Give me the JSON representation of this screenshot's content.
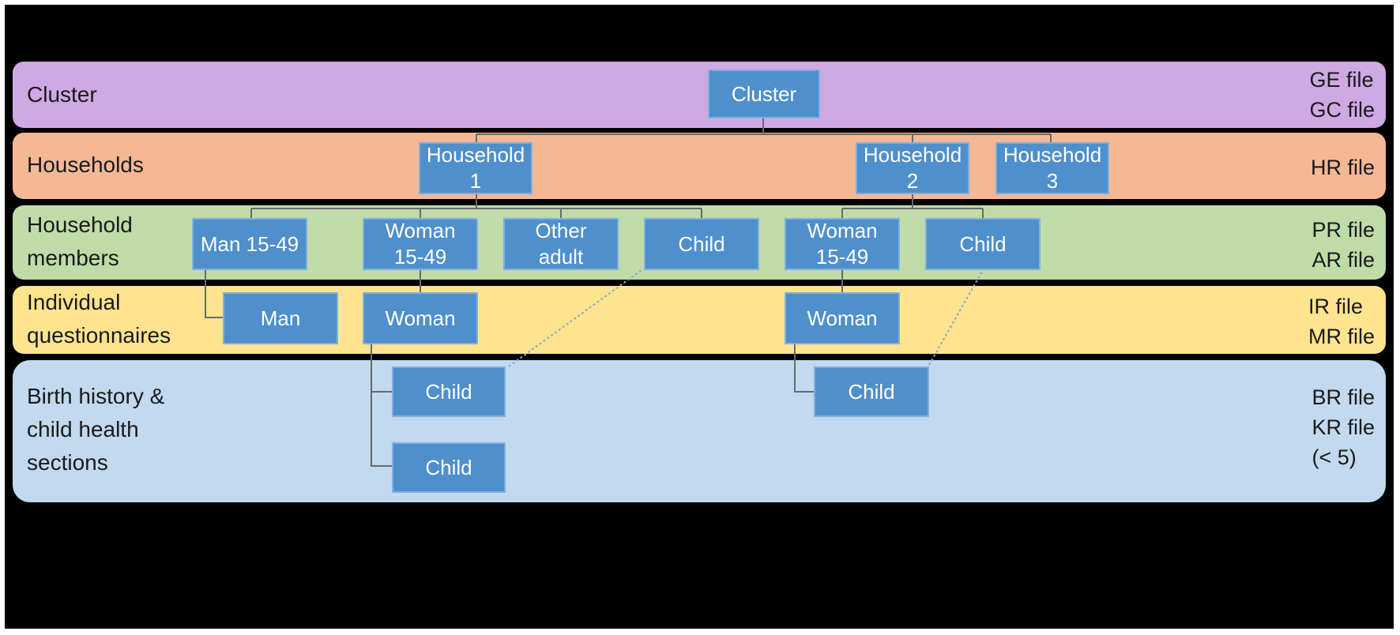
{
  "levels": {
    "cluster": {
      "label": "Cluster",
      "file": "GE file\nGC file",
      "color": "#cfa9e3"
    },
    "households": {
      "label": "Households",
      "file": "HR file",
      "color": "#f5b895"
    },
    "members": {
      "label": "Household\nmembers",
      "file": "PR file\nAR file",
      "color": "#bfdca8"
    },
    "individual": {
      "label": "Individual\nquestionnaires",
      "file": "IR file\nMR file",
      "color": "#ffe48f"
    },
    "birth": {
      "label": "Birth history &\nchild health\nsections",
      "file": "BR file\nKR file\n(< 5)",
      "color": "#c2d9ef"
    }
  },
  "nodes": {
    "cluster": "Cluster",
    "household1": "Household\n1",
    "household2": "Household\n2",
    "household3": "Household\n3",
    "man_member": "Man 15-49",
    "woman_member_1": "Woman\n15-49",
    "other_adult": "Other\nadult",
    "child_member_1": "Child",
    "woman_member_2": "Woman\n15-49",
    "child_member_2": "Child",
    "man_questionnaire": "Man",
    "woman_questionnaire_1": "Woman",
    "woman_questionnaire_2": "Woman",
    "birth_child_1": "Child",
    "birth_child_2": "Child",
    "birth_child_3": "Child"
  },
  "colors": {
    "box": "#4f8fcc",
    "box_border": "#7fb0e0",
    "background": "#000000"
  }
}
